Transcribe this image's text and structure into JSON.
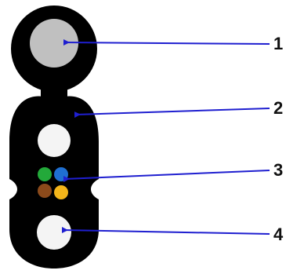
{
  "diagram": {
    "callouts": [
      {
        "label": "1",
        "target": "messenger-wire"
      },
      {
        "label": "2",
        "target": "outer-sheath"
      },
      {
        "label": "3",
        "target": "optical-fibers"
      },
      {
        "label": "4",
        "target": "strength-member"
      }
    ],
    "fibers": [
      {
        "color": "#23a93a"
      },
      {
        "color": "#1f6fd1"
      },
      {
        "color": "#8b4a1b"
      },
      {
        "color": "#f3b51a"
      }
    ],
    "colors": {
      "sheath": "#000000",
      "messenger": "#c0c0c0",
      "strength_member": "#f4f4f4",
      "arrow": "#1f1fd0",
      "label": "#111111"
    }
  }
}
